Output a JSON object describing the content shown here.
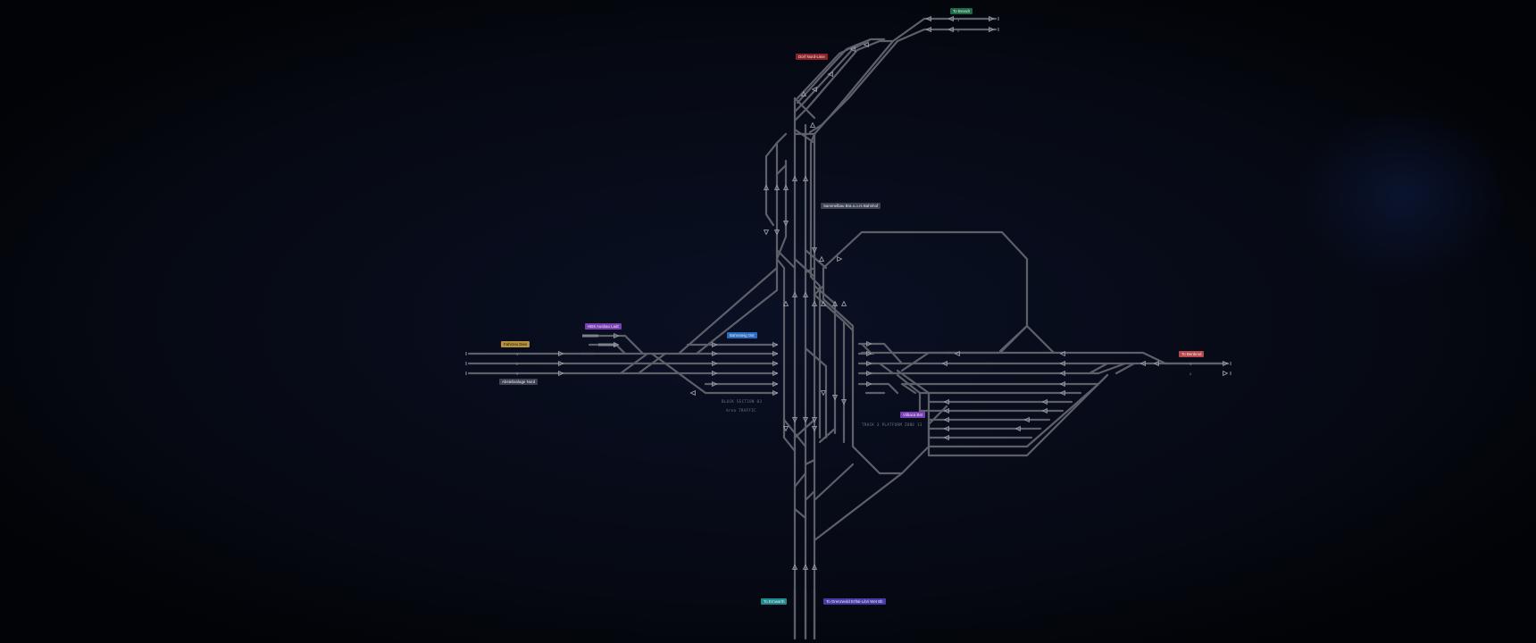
{
  "colors": {
    "background": "#05070d",
    "track": "#5d6068",
    "label_green": "#1d6a45",
    "label_red": "#8c2328",
    "label_purple": "#7b3fb5",
    "label_blue": "#2a6cc0",
    "label_gold": "#b8913f",
    "label_grey": "#3b4150",
    "label_teal": "#1f8a8f",
    "label_indigo": "#4a3aa8",
    "label_salmon": "#b8484d"
  },
  "labels": [
    {
      "id": "to-north",
      "text": "To Brandt",
      "color": "label_green"
    },
    {
      "id": "upper-red",
      "text": "Dorf Nord-Linie",
      "color": "label_red"
    },
    {
      "id": "central-grey",
      "text": "Sammelbau Bra.o.o.rs Bahnhof",
      "color": "label_grey"
    },
    {
      "id": "west-purple",
      "text": "HBS Ausbau Ladt",
      "color": "label_purple"
    },
    {
      "id": "west-blue",
      "text": "Bahnsteig Ost",
      "color": "label_blue"
    },
    {
      "id": "west-gold",
      "text": "Fahrzeu Dies",
      "color": "label_gold"
    },
    {
      "id": "west-grey",
      "text": "Abstellanlage Nord",
      "color": "label_grey"
    },
    {
      "id": "east-salmon",
      "text": "To Benbrod",
      "color": "label_salmon"
    },
    {
      "id": "east-purple",
      "text": "Vilbaca Bst",
      "color": "label_purple"
    },
    {
      "id": "south-teal",
      "text": "To Ernwarth",
      "color": "label_teal"
    },
    {
      "id": "south-indigo",
      "text": "To Grenzwold Erftal-Libri Wet Bb",
      "color": "label_indigo"
    }
  ],
  "annotations": {
    "central_line1": "BLOCK SECTION 03",
    "central_line2": "Area TRAFFIC",
    "east_note": "TRACK 3 PLATFORM ZONE 13"
  },
  "track_numbers": {
    "north": [
      "1",
      "2"
    ],
    "west_bundle": [
      "1",
      "2",
      "3"
    ],
    "east_exit": [
      "1",
      "2"
    ]
  }
}
